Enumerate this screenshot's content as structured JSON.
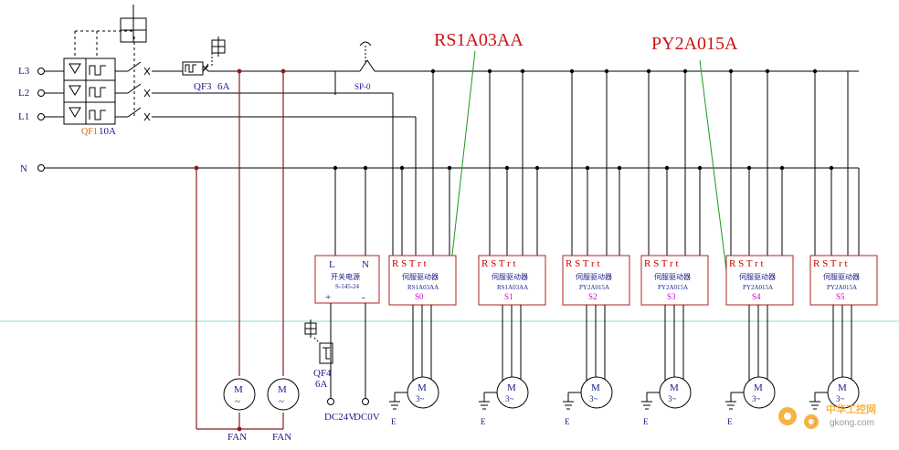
{
  "annotations": {
    "callout_left": "RS1A03AA",
    "callout_right": "PY2A015A"
  },
  "lines": {
    "l3": "L3",
    "l2": "L2",
    "l1": "L1",
    "n": "N"
  },
  "breakers": {
    "qf1": "QF1",
    "qf1_rating": "10A",
    "qf3": "QF3",
    "qf3_rating": "6A",
    "sp0": "SP-0",
    "qf4": "QF4",
    "qf4_rating": "6A"
  },
  "psu": {
    "l": "L",
    "n": "N",
    "name": "开关电源",
    "model": "S-145-24",
    "plus": "+",
    "minus": "-",
    "out_pos": "DC24V",
    "out_neg": "DC0V"
  },
  "drivers": [
    {
      "terminals": "R S T   r  t",
      "name": "伺服驱动器",
      "model": "RS1A03AA",
      "id": "S0"
    },
    {
      "terminals": "R S T   r  t",
      "name": "伺服驱动器",
      "model": "RS1A03AA",
      "id": "S1"
    },
    {
      "terminals": "R S T   r  t",
      "name": "伺服驱动器",
      "model": "PY2A015A",
      "id": "S2"
    },
    {
      "terminals": "R S T   r  t",
      "name": "伺服驱动器",
      "model": "PY2A015A",
      "id": "S3"
    },
    {
      "terminals": "R S T   r  t",
      "name": "伺服驱动器",
      "model": "PY2A015A",
      "id": "S4"
    },
    {
      "terminals": "R S T   r  t",
      "name": "伺服驱动器",
      "model": "PY2A015A",
      "id": "S5"
    }
  ],
  "motors": {
    "servo_symbol": "M",
    "servo_sub": "3~",
    "fan_symbol": "M",
    "fan_sub": "~",
    "ground": "E",
    "fan_label": "FAN"
  },
  "watermark": {
    "brand": "中华工控网",
    "url": "gkong.com"
  },
  "colors": {
    "wire": "#000000",
    "fan_wire": "#8b1a1a",
    "callout_line": "#1a9a1a",
    "guide_line": "#88ddcc",
    "driver_box": "#b22222"
  }
}
